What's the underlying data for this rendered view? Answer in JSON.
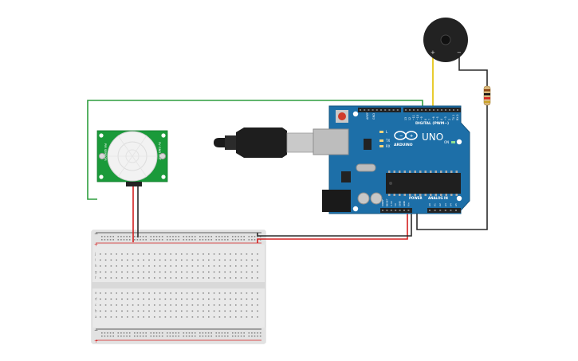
{
  "colors": {
    "background": "#ffffff",
    "wire_green": "#2e9e3e",
    "wire_red": "#d42020",
    "wire_black": "#2a2a2a",
    "wire_yellow": "#e6c619",
    "arduino_board": "#1d6fa8",
    "pir_board": "#1a9a3a",
    "breadboard": "#e6e6e6",
    "buzzer": "#222222"
  },
  "arduino": {
    "label_digital": "DIGITAL (PWM~)",
    "logo_text": "ARDUINO",
    "model": "UNO",
    "label_power": "POWER",
    "label_analog": "ANALOG IN",
    "label_tx": "TX",
    "label_rx": "RX",
    "label_l": "L",
    "label_on": "ON",
    "label_aref": "AREF",
    "label_gnd": "GND",
    "digital_pins": [
      "13",
      "12",
      "~11",
      "~10",
      "~9",
      "8",
      "7",
      "~6",
      "~5",
      "4",
      "~3",
      "2",
      "TX 1",
      "RX 0"
    ],
    "power_pins": [
      "IOREF",
      "RESET",
      "3.3V",
      "5V",
      "GND",
      "GND",
      "Vin"
    ],
    "analog_pins": [
      "A0",
      "A1",
      "A2",
      "A3",
      "A4",
      "A5"
    ]
  },
  "pir": {
    "label_left": "PIR SENSOR",
    "label_right": "5V GND OUT"
  },
  "buzzer": {
    "plus": "+",
    "minus": "−"
  },
  "breadboard": {
    "plus": "+",
    "minus": "−",
    "row_letters_top": [
      "j",
      "i",
      "h",
      "g",
      "f"
    ],
    "row_letters_bottom": [
      "e",
      "d",
      "c",
      "b",
      "a"
    ]
  }
}
